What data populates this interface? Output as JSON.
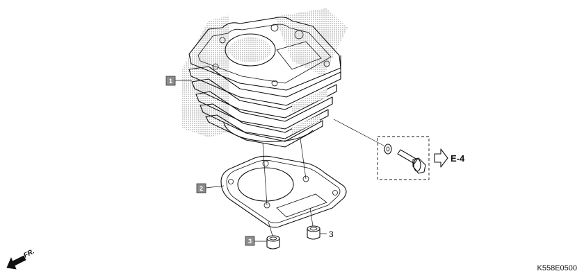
{
  "callouts": {
    "cylinder": "1",
    "gasket": "2",
    "dowel_boxed": "3",
    "dowel_plain": "3"
  },
  "reference": {
    "label": "E-4"
  },
  "direction": {
    "label": "FR."
  },
  "diagram_code": "K558E0500",
  "colors": {
    "line": "#111111",
    "callout_fill": "#8c8c8c",
    "shade": "#9a9a9a"
  }
}
